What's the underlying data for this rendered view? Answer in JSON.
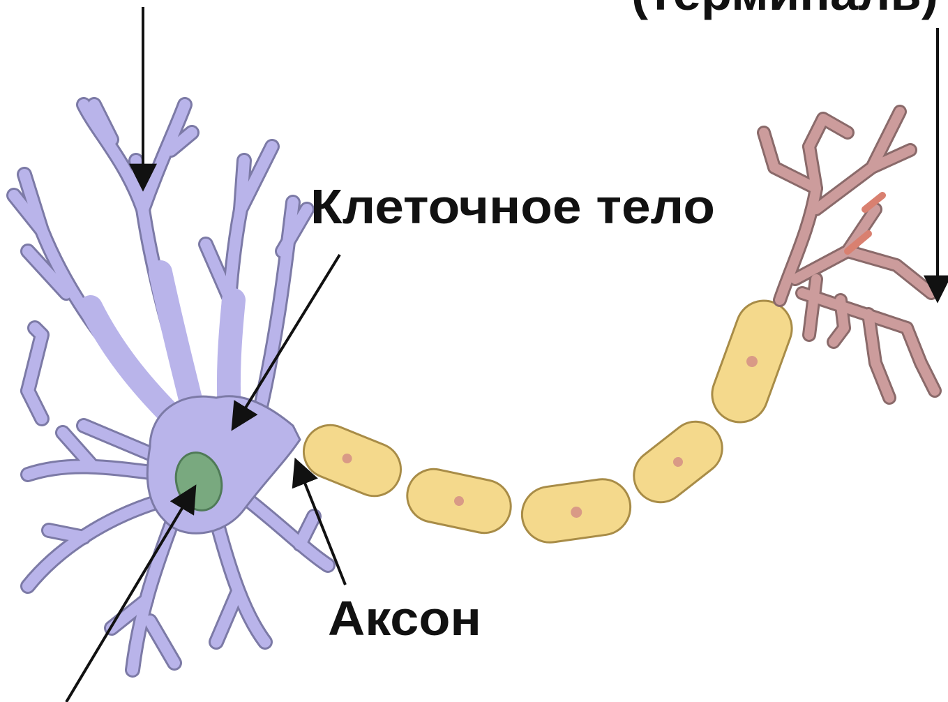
{
  "diagram": {
    "labels": {
      "cell_body": "Клеточное тело",
      "axon": "Аксон",
      "terminals_partial": "(терминаль)"
    },
    "colors": {
      "cell_body": "#b9b4ea",
      "cell_outline": "#7c7aa6",
      "nucleus": "#79a97f",
      "myelin": "#f4d98c",
      "myelin_outline": "#a88c47",
      "myelin_nucleus": "#d99a86",
      "terminal": "#cc9c9c",
      "terminal_outline": "#8a6a6a",
      "pointer": "#111111"
    }
  }
}
